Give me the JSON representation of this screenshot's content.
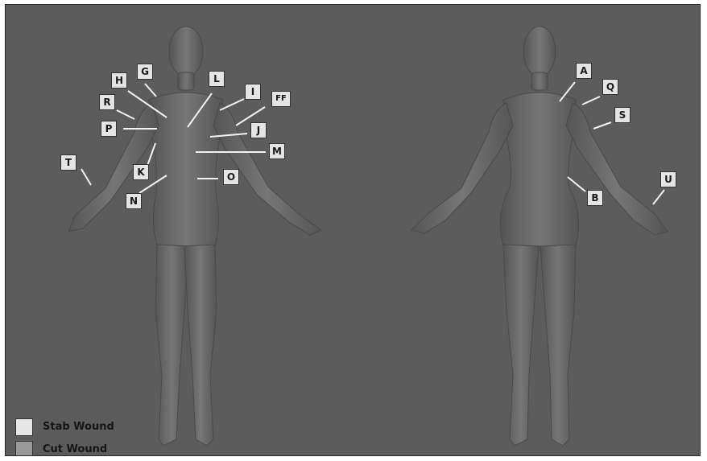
{
  "labels": {
    "front": {
      "G": "G",
      "H": "H",
      "L": "L",
      "I": "I",
      "R": "R",
      "FF": "FF",
      "P": "P",
      "J": "J",
      "M": "M",
      "T": "T",
      "K": "K",
      "O": "O",
      "N": "N"
    },
    "back": {
      "A": "A",
      "Q": "Q",
      "S": "S",
      "B": "B",
      "U": "U"
    }
  },
  "legend": [
    {
      "label": "Stab Wound",
      "color": "#e6e6e6"
    },
    {
      "label": "Cut Wound",
      "color": "#9a9a9a"
    }
  ],
  "colors": {
    "background": "#5c5c5c",
    "body": "#6e6e6e",
    "arrow": "#f2f2f2",
    "label_bg": "#e4e4e4"
  }
}
